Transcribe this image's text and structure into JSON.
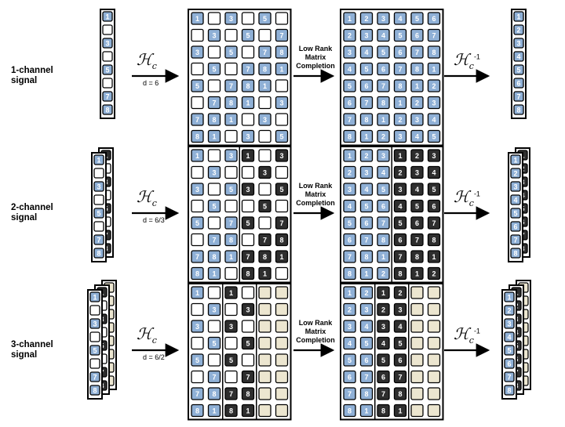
{
  "rows": [
    {
      "label_line1": "1-channel",
      "label_line2": "signal",
      "d_label": "d = 6",
      "signal": [
        [
          "1",
          "",
          "3",
          "",
          "5",
          "",
          "7",
          "8"
        ]
      ],
      "hankel": [
        [
          [
            "1",
            "",
            "3",
            "",
            "5",
            ""
          ],
          [
            "",
            "3",
            "",
            "5",
            "",
            "7"
          ],
          [
            "3",
            "",
            "5",
            "",
            "7",
            "8"
          ],
          [
            "",
            "5",
            "",
            "7",
            "8",
            "1"
          ],
          [
            "5",
            "",
            "7",
            "8",
            "1",
            ""
          ],
          [
            "",
            "7",
            "8",
            "1",
            "",
            "3"
          ],
          [
            "7",
            "8",
            "1",
            "",
            "3",
            ""
          ],
          [
            "8",
            "1",
            "",
            "3",
            "",
            "5"
          ]
        ]
      ],
      "completed": [
        [
          [
            "1",
            "2",
            "3",
            "4",
            "5",
            "6"
          ],
          [
            "2",
            "3",
            "4",
            "5",
            "6",
            "7"
          ],
          [
            "3",
            "4",
            "5",
            "6",
            "7",
            "8"
          ],
          [
            "4",
            "5",
            "6",
            "7",
            "8",
            "1"
          ],
          [
            "5",
            "6",
            "7",
            "8",
            "1",
            "2"
          ],
          [
            "6",
            "7",
            "8",
            "1",
            "2",
            "3"
          ],
          [
            "7",
            "8",
            "1",
            "2",
            "3",
            "4"
          ],
          [
            "8",
            "1",
            "2",
            "3",
            "4",
            "5"
          ]
        ]
      ],
      "recovered": [
        [
          "1",
          "2",
          "3",
          "4",
          "5",
          "6",
          "7",
          "8"
        ]
      ]
    },
    {
      "label_line1": "2-channel",
      "label_line2": "signal",
      "d_label": "d = 6/3",
      "signal": [
        [
          "1",
          "",
          "3",
          "",
          "5",
          "",
          "7",
          "8"
        ],
        [
          "1",
          "",
          "3",
          "",
          "5",
          "",
          "7",
          "8"
        ]
      ],
      "hankel": [
        [
          [
            "1",
            "",
            "3"
          ],
          [
            "",
            "3",
            ""
          ],
          [
            "3",
            "",
            "5"
          ],
          [
            "",
            "5",
            ""
          ],
          [
            "5",
            "",
            "7"
          ],
          [
            "",
            "7",
            "8"
          ],
          [
            "7",
            "8",
            "1"
          ],
          [
            "8",
            "1",
            ""
          ]
        ],
        [
          [
            "1",
            "",
            "3"
          ],
          [
            "",
            "3",
            ""
          ],
          [
            "3",
            "",
            "5"
          ],
          [
            "",
            "5",
            ""
          ],
          [
            "5",
            "",
            "7"
          ],
          [
            "",
            "7",
            "8"
          ],
          [
            "7",
            "8",
            "1"
          ],
          [
            "8",
            "1",
            ""
          ]
        ]
      ],
      "completed": [
        [
          [
            "1",
            "2",
            "3"
          ],
          [
            "2",
            "3",
            "4"
          ],
          [
            "3",
            "4",
            "5"
          ],
          [
            "4",
            "5",
            "6"
          ],
          [
            "5",
            "6",
            "7"
          ],
          [
            "6",
            "7",
            "8"
          ],
          [
            "7",
            "8",
            "1"
          ],
          [
            "8",
            "1",
            "2"
          ]
        ],
        [
          [
            "1",
            "2",
            "3"
          ],
          [
            "2",
            "3",
            "4"
          ],
          [
            "3",
            "4",
            "5"
          ],
          [
            "4",
            "5",
            "6"
          ],
          [
            "5",
            "6",
            "7"
          ],
          [
            "6",
            "7",
            "8"
          ],
          [
            "7",
            "8",
            "1"
          ],
          [
            "8",
            "1",
            "2"
          ]
        ]
      ],
      "recovered": [
        [
          "1",
          "2",
          "3",
          "4",
          "5",
          "6",
          "7",
          "8"
        ],
        [
          "1",
          "2",
          "3",
          "4",
          "5",
          "6",
          "7",
          "8"
        ]
      ]
    },
    {
      "label_line1": "3-channel",
      "label_line2": "signal",
      "d_label": "d = 6/2",
      "signal": [
        [
          "1",
          "",
          "3",
          "",
          "5",
          "",
          "7",
          "8"
        ],
        [
          "1",
          "",
          "3",
          "",
          "5",
          "",
          "7",
          "8"
        ],
        [
          "",
          "",
          "",
          "",
          "",
          "",
          "",
          ""
        ]
      ],
      "hankel": [
        [
          [
            "1",
            ""
          ],
          [
            "",
            "3"
          ],
          [
            "3",
            ""
          ],
          [
            "",
            "5"
          ],
          [
            "5",
            ""
          ],
          [
            "",
            "7"
          ],
          [
            "7",
            "8"
          ],
          [
            "8",
            "1"
          ]
        ],
        [
          [
            "1",
            ""
          ],
          [
            "",
            "3"
          ],
          [
            "3",
            ""
          ],
          [
            "",
            "5"
          ],
          [
            "5",
            ""
          ],
          [
            "",
            "7"
          ],
          [
            "7",
            "8"
          ],
          [
            "8",
            "1"
          ]
        ],
        [
          [
            "",
            ""
          ],
          [
            "",
            ""
          ],
          [
            "",
            ""
          ],
          [
            "",
            ""
          ],
          [
            "",
            ""
          ],
          [
            "",
            ""
          ],
          [
            "",
            ""
          ],
          [
            "",
            ""
          ]
        ]
      ],
      "completed": [
        [
          [
            "1",
            "2"
          ],
          [
            "2",
            "3"
          ],
          [
            "3",
            "4"
          ],
          [
            "4",
            "5"
          ],
          [
            "5",
            "6"
          ],
          [
            "6",
            "7"
          ],
          [
            "7",
            "8"
          ],
          [
            "8",
            "1"
          ]
        ],
        [
          [
            "1",
            "2"
          ],
          [
            "2",
            "3"
          ],
          [
            "3",
            "4"
          ],
          [
            "4",
            "5"
          ],
          [
            "5",
            "6"
          ],
          [
            "6",
            "7"
          ],
          [
            "7",
            "8"
          ],
          [
            "8",
            "1"
          ]
        ],
        [
          [
            "",
            ""
          ],
          [
            "",
            ""
          ],
          [
            "",
            ""
          ],
          [
            "",
            ""
          ],
          [
            "",
            ""
          ],
          [
            "",
            ""
          ],
          [
            "",
            ""
          ],
          [
            "",
            ""
          ]
        ]
      ],
      "recovered": [
        [
          "1",
          "2",
          "3",
          "4",
          "5",
          "6",
          "7",
          "8"
        ],
        [
          "1",
          "2",
          "3",
          "4",
          "5",
          "6",
          "7",
          "8"
        ],
        [
          "",
          "",
          "",
          "",
          "",
          "",
          "",
          ""
        ]
      ]
    }
  ],
  "operator": {
    "symbol": "ℋ",
    "subscript": "c",
    "inverse_superscript": "-1"
  },
  "lrmc_text": [
    "Low Rank",
    "Matrix",
    "Completion"
  ],
  "colors": {
    "blue_cell": "#8fb0d6",
    "dark_cell": "#2e2e2e",
    "beige_cell": "#ece6d0",
    "empty_cell": "#ffffff",
    "border": "#000000"
  }
}
